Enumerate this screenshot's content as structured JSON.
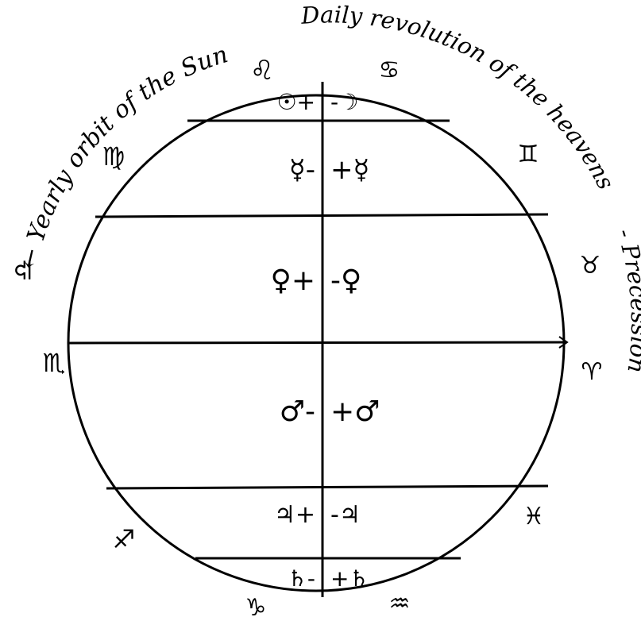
{
  "arc_labels": {
    "left": "← Yearly orbit of the Sun",
    "right_top": "Daily revolution of the heavens",
    "right_bottom": "- Precession"
  },
  "zodiac": {
    "leo": "♌",
    "cancer": "♋",
    "virgo": "♍",
    "gemini": "♊",
    "libra": "♎",
    "taurus": "♉",
    "scorpio": "♏",
    "aries": "♈",
    "sagittarius": "♐",
    "pisces": "♓",
    "capricorn": "♑",
    "aquarius": "♒"
  },
  "rows": [
    {
      "left": "☉+",
      "right": "-☽"
    },
    {
      "left": "☿-",
      "right": "+☿"
    },
    {
      "left": "♀+",
      "right": "-♀"
    },
    {
      "left": "♂-",
      "right": "+♂"
    },
    {
      "left": "♃+",
      "right": "-♃"
    },
    {
      "left": "♄-",
      "right": "+♄"
    }
  ]
}
